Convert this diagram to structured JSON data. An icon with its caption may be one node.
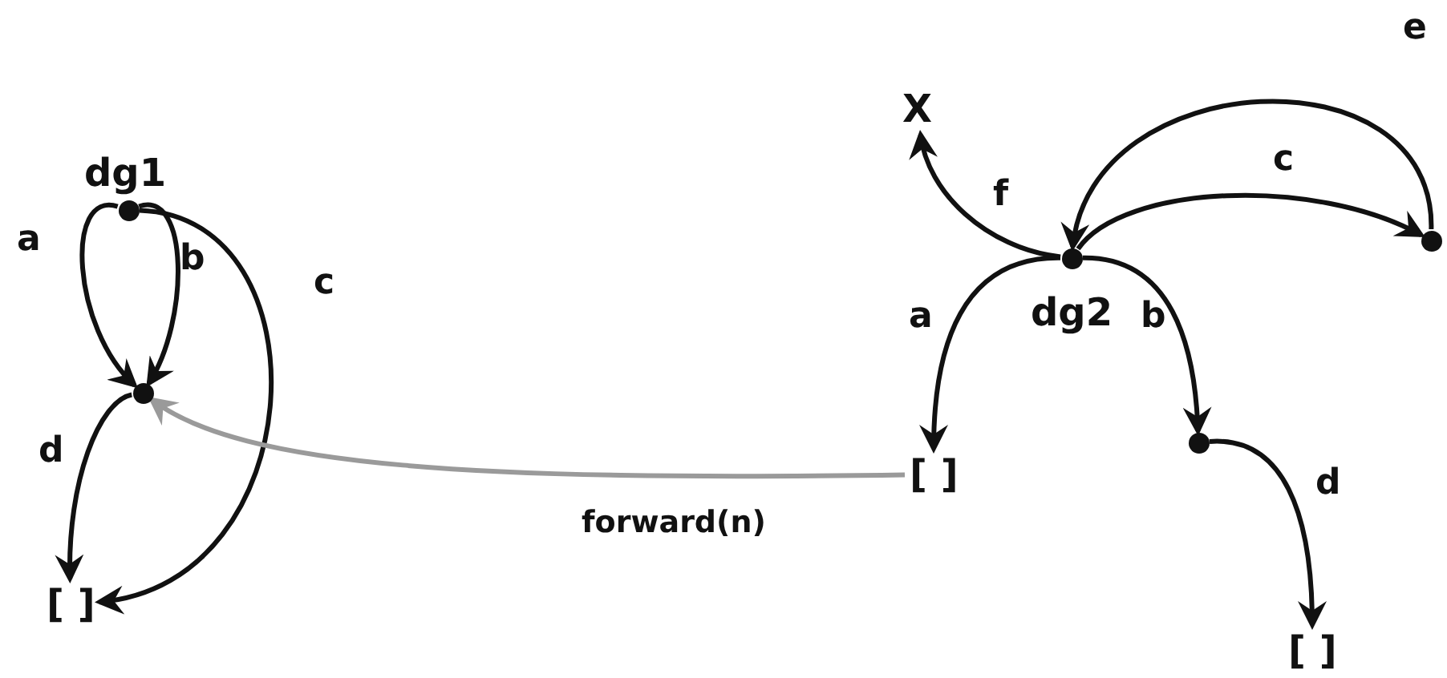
{
  "diagram": {
    "nodes": [
      {
        "text": [],
        "shape": "circle",
        "beside": [
          "dg1"
        ]
      },
      {
        "text": [],
        "shape": "circle"
      },
      {
        "text": [
          "[ ]"
        ]
      },
      {
        "text": [
          "X"
        ]
      },
      {
        "text": [],
        "shape": "circle",
        "beside": [
          "dg2"
        ]
      },
      {
        "text": [],
        "shape": "circle"
      },
      {
        "text": [
          "[ ]"
        ]
      },
      {
        "text": [],
        "shape": "circle"
      },
      {
        "text": [
          "[ ]"
        ]
      }
    ],
    "edges": [
      {
        "from": 0,
        "to": 1,
        "arrow": "to",
        "label": "a"
      },
      {
        "from": 0,
        "to": 1,
        "arrow": "to",
        "label": "b"
      },
      {
        "from": 0,
        "to": 2,
        "arrow": "to",
        "label": "c"
      },
      {
        "from": 1,
        "to": 2,
        "arrow": "to",
        "label": "d"
      },
      {
        "from": 6,
        "to": 1,
        "arrow": "to",
        "label": "forward(n)",
        "color": "#9a9a9a"
      },
      {
        "from": 4,
        "to": 3,
        "arrow": "to",
        "label": "f"
      },
      {
        "from": 4,
        "to": 5,
        "arrow": "to",
        "label": "c"
      },
      {
        "from": 5,
        "to": 4,
        "arrow": "to",
        "label": "e"
      },
      {
        "from": 4,
        "to": 6,
        "arrow": "to",
        "label": "a"
      },
      {
        "from": 4,
        "to": 7,
        "arrow": "to",
        "label": "b"
      },
      {
        "from": 7,
        "to": 8,
        "arrow": "to",
        "label": "d"
      }
    ]
  }
}
